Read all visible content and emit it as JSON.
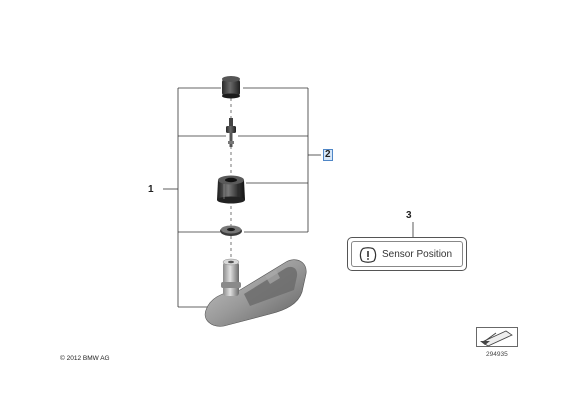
{
  "callouts": {
    "part1": "1",
    "part2": "2",
    "part3": "3"
  },
  "sensor_label": {
    "text": "Sensor Position",
    "icon": "tire-pressure-warning-icon"
  },
  "copyright": "© 2012 BMW AG",
  "diagram_number": "294935",
  "nav_icon": "diagram-navigation-arrow-icon",
  "colors": {
    "callout_highlight": "#d7e7f8",
    "callout_highlight_border": "#4f86c6"
  }
}
